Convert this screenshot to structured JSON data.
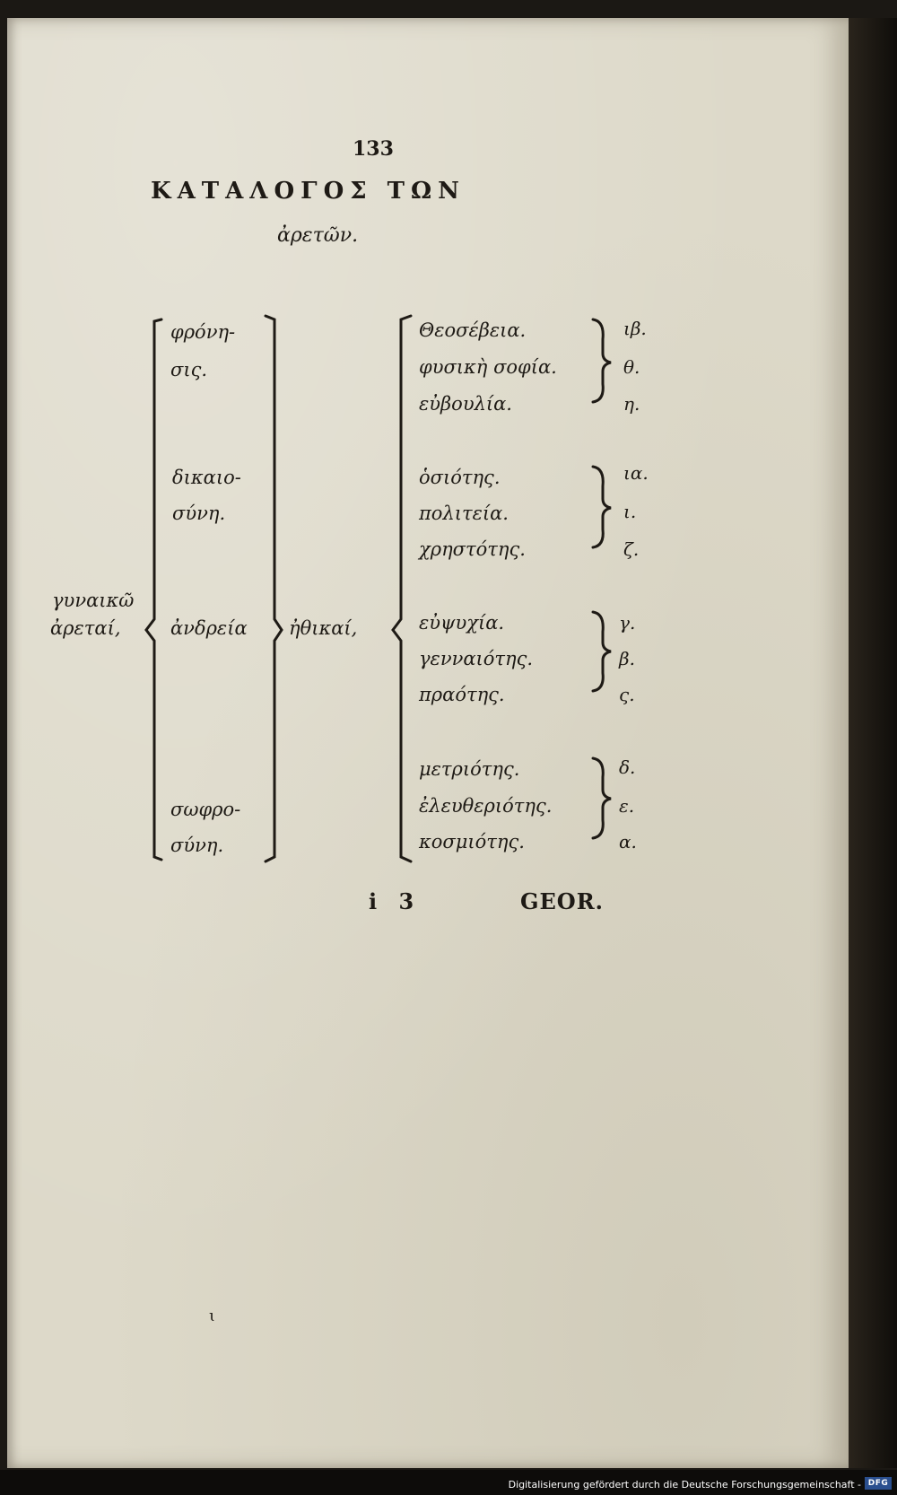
{
  "header": {
    "page_number": "133",
    "title": "ΚΑΤΑΛΟΓΟΣ ΤΩΝ",
    "subtitle": "ἀρετῶν."
  },
  "table": {
    "root_label_line1": "γυναικῶ",
    "root_label_line2": "ἀρεταί,",
    "mid_label": "ἠθικαί,",
    "cardinal": [
      {
        "line1": "φρόνη-",
        "line2": "σις."
      },
      {
        "line1": "δικαιο-",
        "line2": "σύνη."
      },
      {
        "line1": "ἀνδρεία",
        "line2": ""
      },
      {
        "line1": "σωφρο-",
        "line2": "σύνη."
      }
    ],
    "groups": [
      {
        "items": [
          "Θεοσέβεια.",
          "φυσικὴ σοφία.",
          "εὐβουλία."
        ],
        "numbers": [
          "ιβ.",
          "θ.",
          "η."
        ]
      },
      {
        "items": [
          "ὁσιότης.",
          "πολιτεία.",
          "χρηστότης."
        ],
        "numbers": [
          "ια.",
          "ι.",
          "ζ."
        ]
      },
      {
        "items": [
          "εὐψυχία.",
          "γενναιότης.",
          "πραότης."
        ],
        "numbers": [
          "γ.",
          "β.",
          "ς."
        ]
      },
      {
        "items": [
          "μετριότης.",
          "ἐλευθεριότης.",
          "κοσμιότης."
        ],
        "numbers": [
          "δ.",
          "ε.",
          "α."
        ]
      }
    ]
  },
  "footer": {
    "signature": "i 3",
    "catchword": "GEOR.",
    "stray_mark": "ɩ"
  },
  "credit": {
    "text": "Digitalisierung gefördert durch die Deutsche Forschungsgemeinschaft -",
    "logo": "DFG"
  }
}
